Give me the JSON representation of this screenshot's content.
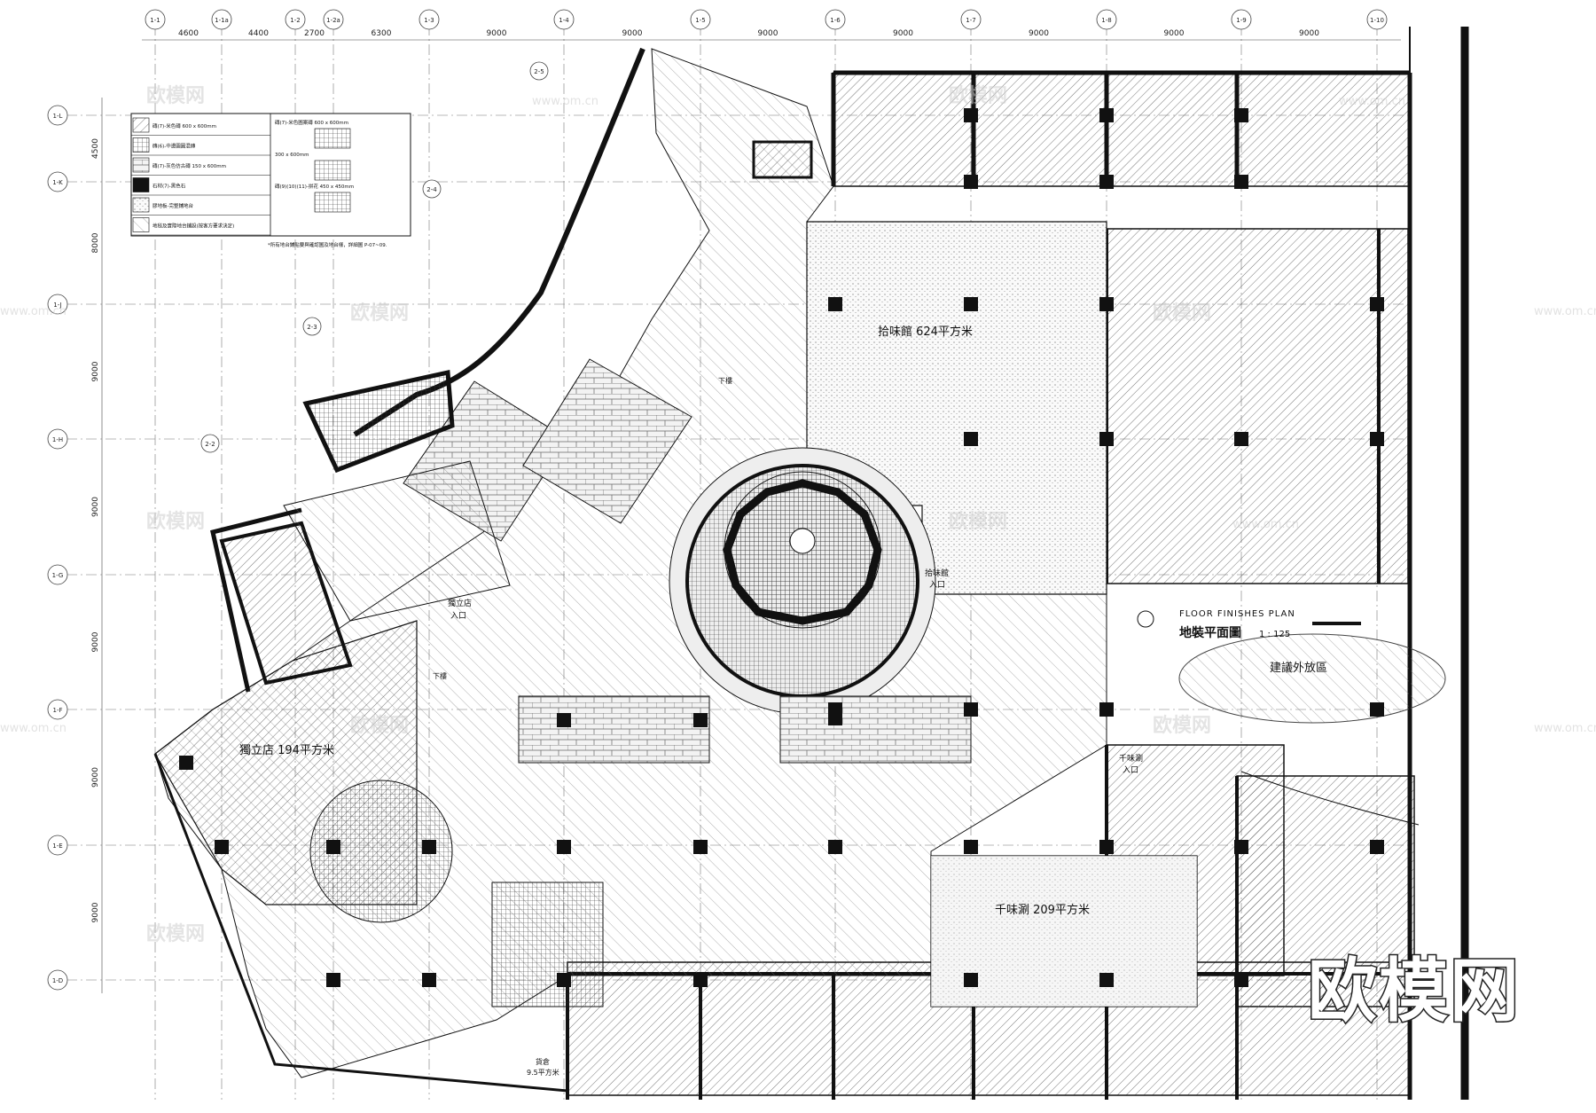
{
  "drawing": {
    "title_cn": "地裝平面圖",
    "title_en": "FLOOR FINISHES PLAN",
    "scale": "1 : 125"
  },
  "grid": {
    "columns": [
      "1-1",
      "1-1a",
      "1-2",
      "1-2a",
      "1-3",
      "1-4",
      "1-5",
      "1-6",
      "1-7",
      "1-8",
      "1-9",
      "1-10"
    ],
    "column_spacings": [
      "4600",
      "4400",
      "2700",
      "6300",
      "9000",
      "9000",
      "9000",
      "9000",
      "9000",
      "9000",
      "9000"
    ],
    "rows": [
      "1-L",
      "1-K",
      "1-J",
      "1-H",
      "1-G",
      "1-F",
      "1-E",
      "1-D"
    ],
    "row_spacings": [
      "4500",
      "8000",
      "9000",
      "9000",
      "9000",
      "9000",
      "9000"
    ],
    "skew_axes": [
      "2-5",
      "2-4",
      "2-3",
      "2-2"
    ]
  },
  "rooms": [
    {
      "label": "拾味館 624平方米"
    },
    {
      "label": "獨立店 194平方米"
    },
    {
      "label": "千味涮 209平方米"
    },
    {
      "label": "建議外放區"
    },
    {
      "label": "獨立店"
    },
    {
      "label": "入口"
    },
    {
      "label": "千味涮"
    },
    {
      "label": "入口"
    },
    {
      "label": "拾味館"
    },
    {
      "label": "入口"
    },
    {
      "label": "貨倉"
    },
    {
      "label": "9.5平方米"
    },
    {
      "label": "下樓"
    },
    {
      "label": "下樓"
    }
  ],
  "legend": {
    "rows": [
      "磚(7)-米色磚 600 x 600mm",
      "磚(6)-中邊園圓混磚",
      "磚(7)-灰色仿古磚 150 x 600mm",
      "石材(7)-黑色石",
      "膠地板-完整鋪地台",
      "地毯及實際地台鋪設(按客方要求決定)"
    ],
    "right_rows": [
      "磚(7)-米色圖案磚 600 x 600mm",
      "300 x 600mm",
      "磚(9)(10)(11)-拼花 450 x 450mm"
    ],
    "note": "*所有地台鋪貼要與確認圖及地台樣，詳細圖 P-07~09."
  },
  "watermark": {
    "text": "欧模网",
    "small": "www.om.cn"
  },
  "colors": {
    "line": "#111111",
    "hatch": "#444444",
    "background": "#ffffff"
  }
}
